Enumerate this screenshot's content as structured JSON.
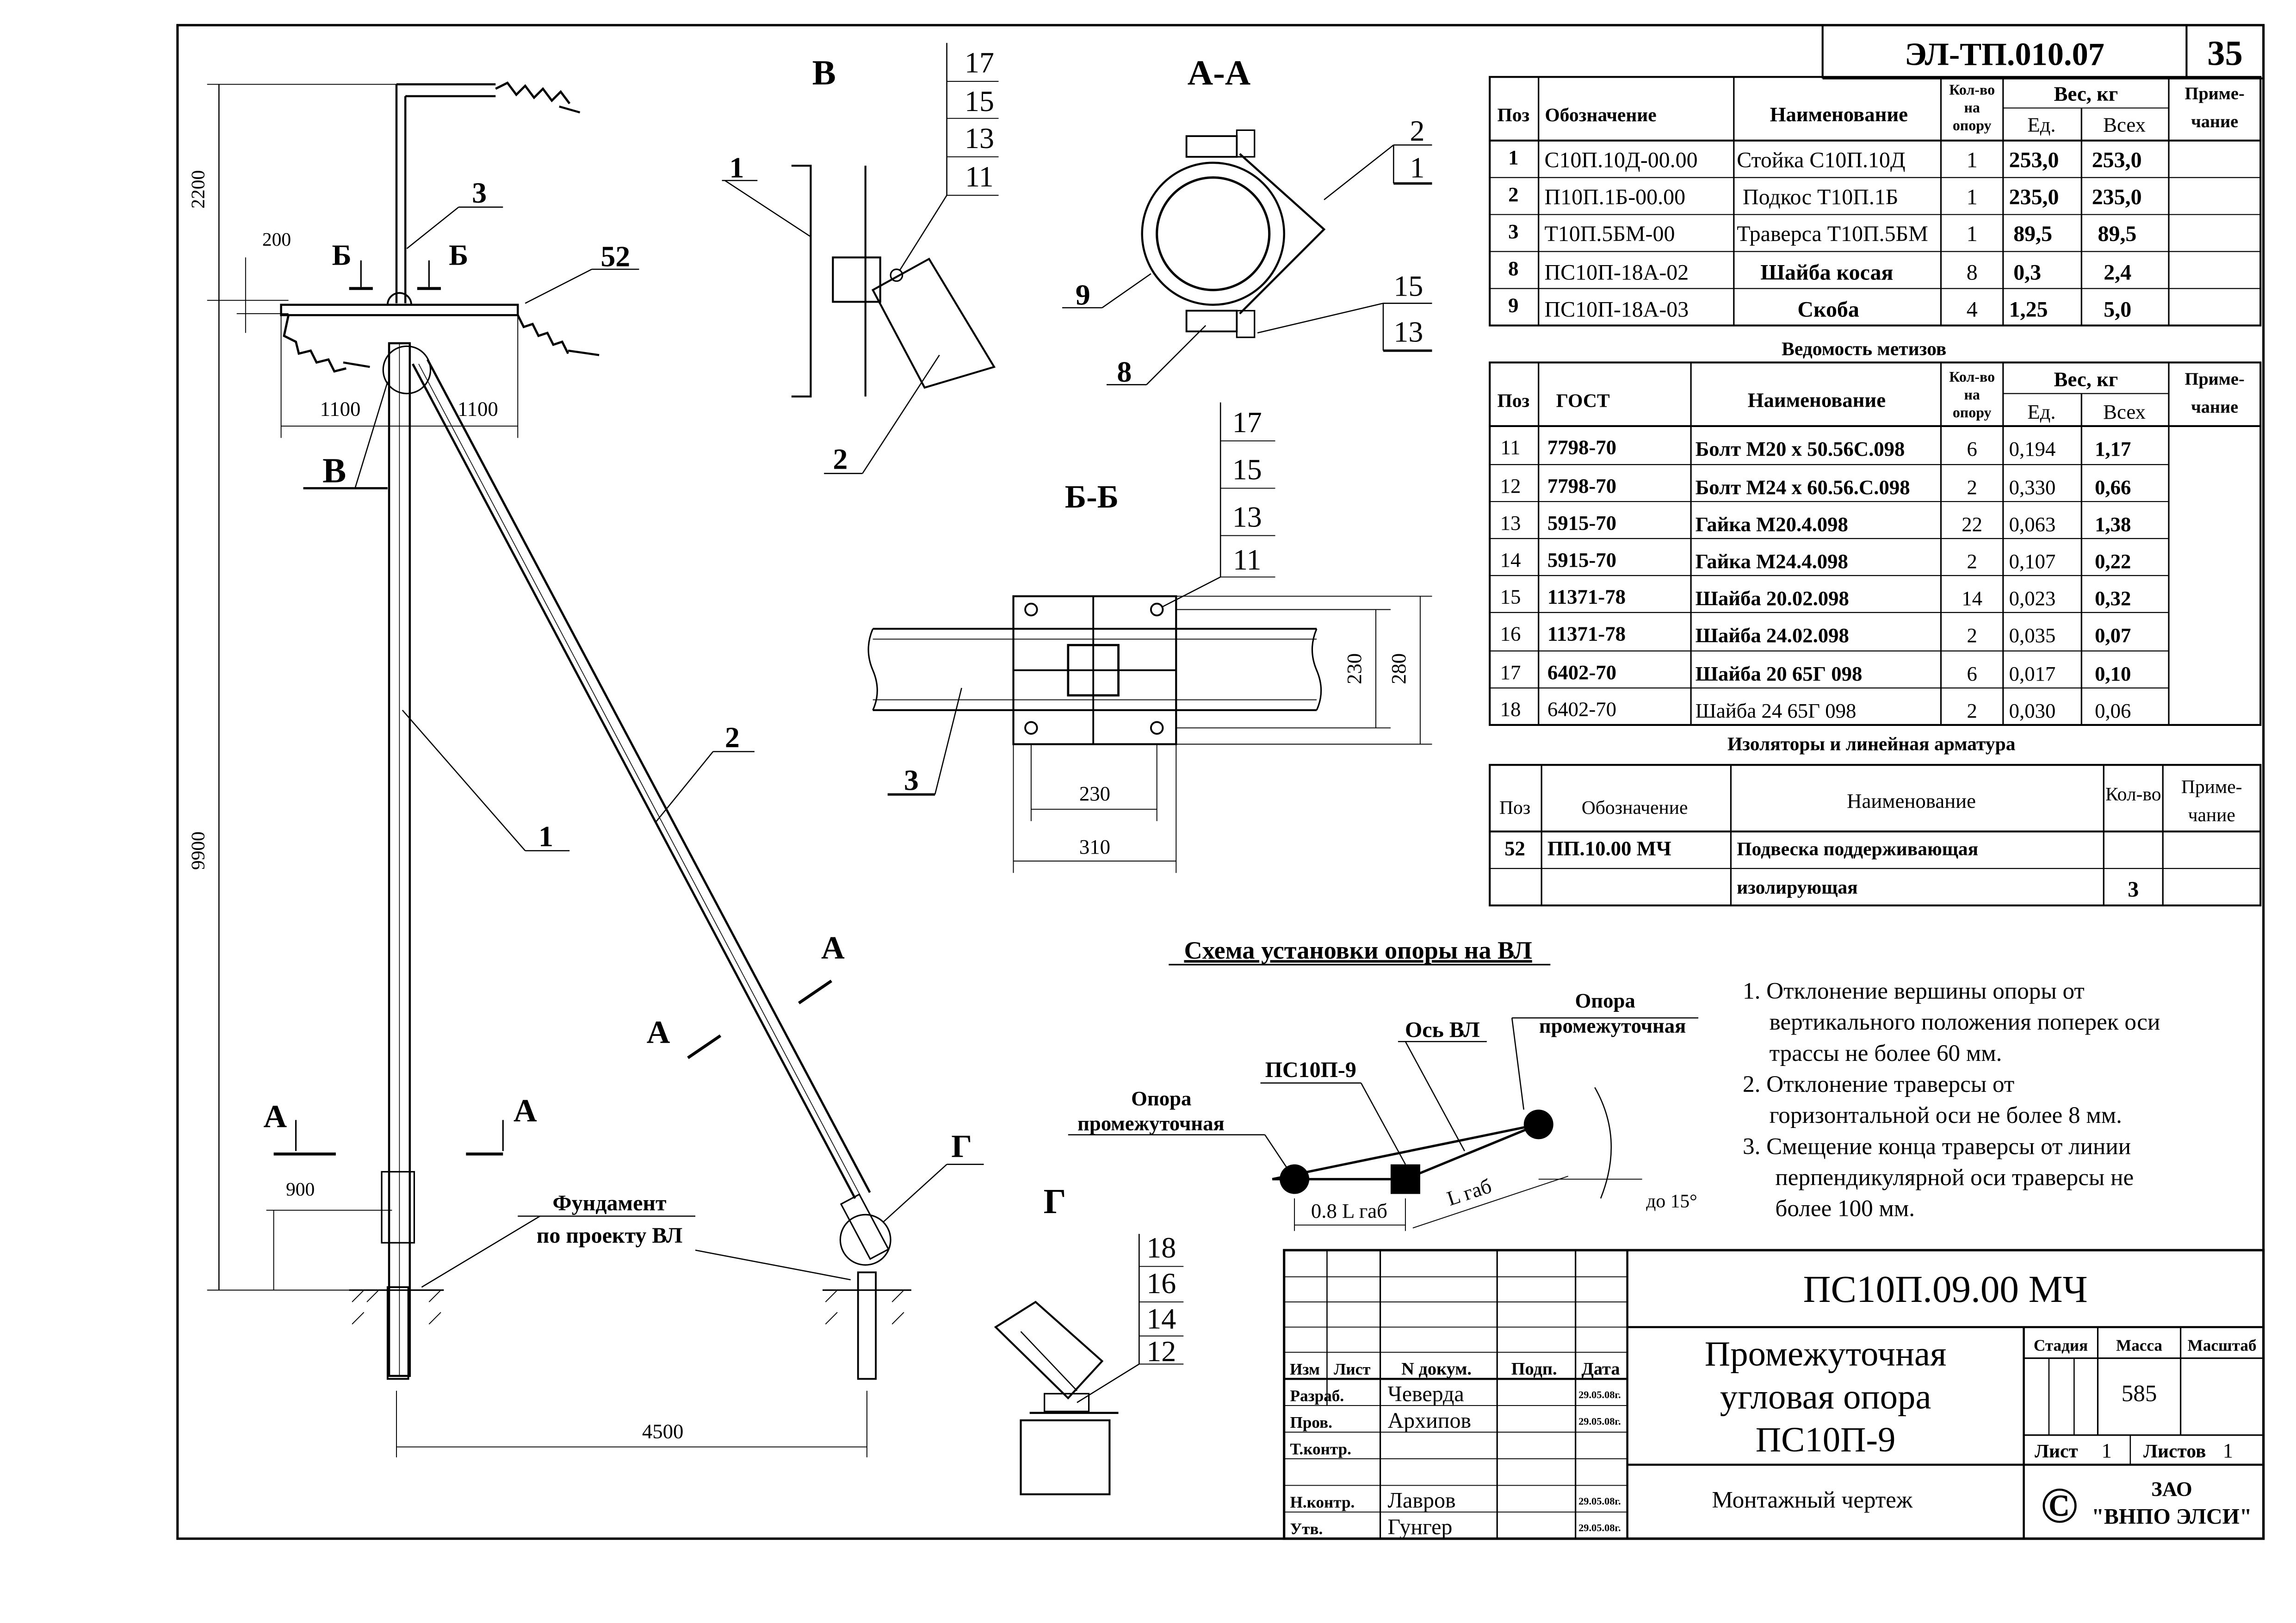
{
  "stamp": {
    "doc_code": "ЭЛ-ТП.010.07",
    "page_number": "35",
    "drawing_code": "ПС10П.09.00 МЧ",
    "title_lines": [
      "Промежуточная",
      "угловая опора",
      "ПС10П-9"
    ],
    "doc_type": "Монтажный чертеж",
    "company_lines": [
      "ЗАО",
      "\"ВНПО ЭЛСИ\""
    ],
    "copyright_sign": "©",
    "col_headers": {
      "izm": "Изм",
      "list": "Лист",
      "ndok": "N докум.",
      "podp": "Подп.",
      "data": "Дата"
    },
    "roles": [
      {
        "role": "Разраб.",
        "name": "Чеверда",
        "date": "29.05.08г."
      },
      {
        "role": "Пров.",
        "name": "Архипов",
        "date": "29.05.08г."
      },
      {
        "role": "Т.контр.",
        "name": "",
        "date": ""
      },
      {
        "role": "Н.контр.",
        "name": "Лавров",
        "date": "29.05.08г."
      },
      {
        "role": "Утв.",
        "name": "Гунгер",
        "date": "29.05.08г."
      }
    ],
    "stage_label": "Стадия",
    "mass_label": "Масса",
    "scale_label": "Масштаб",
    "mass_value": "585",
    "sheet_label": "Лист",
    "sheet_value": "1",
    "sheets_label": "Листов",
    "sheets_value": "1"
  },
  "spec_table": {
    "headers": {
      "pos": "Поз",
      "designation": "Обозначение",
      "name": "Наименование",
      "qty": [
        "Кол-во",
        "на",
        "опору"
      ],
      "weight": "Вес, кг",
      "unit": "Ед.",
      "total": "Всех",
      "note": [
        "Приме-",
        "чание"
      ]
    },
    "rows": [
      {
        "pos": "1",
        "designation": "С10П.10Д-00.00",
        "name": "Стойка  С10П.10Д",
        "qty": "1",
        "unit": "253,0",
        "total": "253,0"
      },
      {
        "pos": "2",
        "designation": "П10П.1Б-00.00",
        "name": "Подкос  Т10П.1Б",
        "qty": "1",
        "unit": "235,0",
        "total": "235,0"
      },
      {
        "pos": "3",
        "designation": "Т10П.5БМ-00",
        "name": "Траверса  Т10П.5БМ",
        "qty": "1",
        "unit": "89,5",
        "total": "89,5"
      },
      {
        "pos": "8",
        "designation": "ПС10П-18А-02",
        "name": "Шайба косая",
        "qty": "8",
        "unit": "0,3",
        "total": "2,4"
      },
      {
        "pos": "9",
        "designation": "ПС10П-18А-03",
        "name": "Скоба",
        "qty": "4",
        "unit": "1,25",
        "total": "5,0"
      }
    ]
  },
  "hardware_table": {
    "title": "Ведомость метизов",
    "headers": {
      "pos": "Поз",
      "gost": "ГОСТ",
      "name": "Наименование",
      "qty": [
        "Кол-во",
        "на",
        "опору"
      ],
      "weight": "Вес, кг",
      "unit": "Ед.",
      "total": "Всех",
      "note": [
        "Приме-",
        "чание"
      ]
    },
    "rows": [
      {
        "pos": "11",
        "gost": "7798-70",
        "name": "Болт М20 х 50.56С.098",
        "qty": "6",
        "unit": "0,194",
        "total": "1,17"
      },
      {
        "pos": "12",
        "gost": "7798-70",
        "name": "Болт М24 х 60.56.С.098",
        "qty": "2",
        "unit": "0,330",
        "total": "0,66"
      },
      {
        "pos": "13",
        "gost": "5915-70",
        "name": "Гайка  М20.4.098",
        "qty": "22",
        "unit": "0,063",
        "total": "1,38"
      },
      {
        "pos": "14",
        "gost": "5915-70",
        "name": "Гайка  М24.4.098",
        "qty": "2",
        "unit": "0,107",
        "total": "0,22"
      },
      {
        "pos": "15",
        "gost": "11371-78",
        "name": "Шайба  20.02.098",
        "qty": "14",
        "unit": "0,023",
        "total": "0,32"
      },
      {
        "pos": "16",
        "gost": "11371-78",
        "name": "Шайба  24.02.098",
        "qty": "2",
        "unit": "0,035",
        "total": "0,07"
      },
      {
        "pos": "17",
        "gost": "6402-70",
        "name": "Шайба  20 65Г  098",
        "qty": "6",
        "unit": "0,017",
        "total": "0,10"
      },
      {
        "pos": "18",
        "gost": "6402-70",
        "name": "Шайба  24 65Г  098",
        "qty": "2",
        "unit": "0,030",
        "total": "0,06"
      }
    ]
  },
  "insulator_table": {
    "title": "Изоляторы и линейная арматура",
    "headers": {
      "pos": "Поз",
      "designation": "Обозначение",
      "name": "Наименование",
      "qty": "Кол-во",
      "note": [
        "Приме-",
        "чание"
      ]
    },
    "rows": [
      {
        "pos": "52",
        "designation": "ПП.10.00 МЧ",
        "name_lines": [
          "Подвеска поддерживающая",
          "изолирующая"
        ],
        "qty": "3"
      }
    ]
  },
  "notes": [
    [
      "1. Отклонение вершины опоры от",
      "вертикального положения поперек оси",
      "трассы не более 60 мм."
    ],
    [
      "2. Отклонение траверсы от",
      "горизонтальной оси не более 8 мм."
    ],
    [
      "3. Смещение конца траверсы от линии",
      "перпендикулярной оси траверсы не",
      "более 100 мм."
    ]
  ],
  "scheme": {
    "title": "Схема установки опоры на ВЛ",
    "left_support": [
      "Опора",
      "промежуточная"
    ],
    "center_support": "ПС10П-9",
    "axis_label": "Ось ВЛ",
    "right_support": [
      "Опора",
      "промежуточная"
    ],
    "dim_left": "0.8 L габ",
    "dim_right": "L габ",
    "angle": "до 15°"
  },
  "main_view": {
    "dim_top": "2200",
    "dim_height": "9900",
    "dim_200": "200",
    "dim_left": "1100",
    "dim_right": "1100",
    "dim_900": "900",
    "dim_base": "4500",
    "callouts": {
      "p1": "1",
      "p2": "2",
      "p3": "3",
      "p52": "52"
    },
    "section_b": "Б",
    "section_v": "В",
    "section_a": "А",
    "section_g": "Г",
    "foundation": [
      "Фундамент",
      "по проекту ВЛ"
    ]
  },
  "view_v": {
    "title": "В",
    "p1": "1",
    "p2": "2",
    "stack": [
      "17",
      "15",
      "13",
      "11"
    ]
  },
  "view_aa": {
    "title": "А-А",
    "p2": "2",
    "p1": "1",
    "p9": "9",
    "p8": "8",
    "p15": "15",
    "p13": "13"
  },
  "view_bb": {
    "title": "Б-Б",
    "stack": [
      "17",
      "15",
      "13",
      "11"
    ],
    "p3": "3",
    "dim_230v": "230",
    "dim_280": "280",
    "dim_230h": "230",
    "dim_310": "310"
  },
  "view_g": {
    "title": "Г",
    "stack": [
      "18",
      "16",
      "14",
      "12"
    ]
  }
}
